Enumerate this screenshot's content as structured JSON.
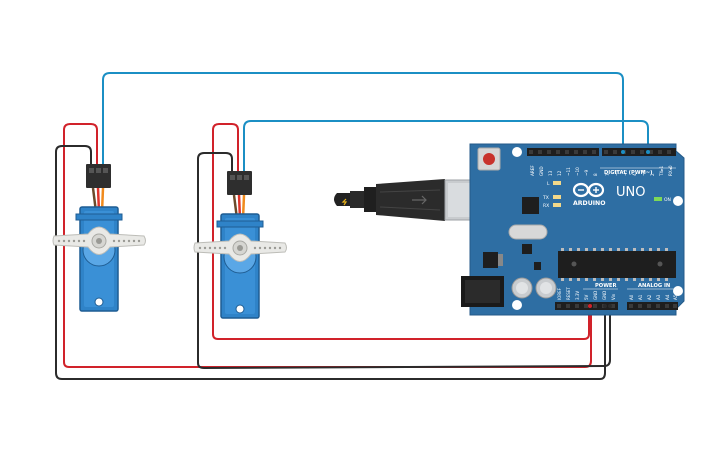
{
  "board": {
    "logo_text": "ARDUINO",
    "model": "UNO",
    "digital_label": "DIGITAL (PWM~)",
    "power_label": "POWER",
    "analog_label": "ANALOG IN",
    "on_label": "ON",
    "l_label": "L",
    "tx_label": "TX",
    "rx_label": "RX",
    "top_pins": [
      "AREF",
      "GND",
      "13",
      "12",
      "~11",
      "~10",
      "~9",
      "8",
      "7",
      "~6",
      "~5",
      "4",
      "~3",
      "2",
      "TX▸1",
      "RX◂0"
    ],
    "power_pins": [
      "IOREF",
      "RESET",
      "3.3V",
      "5V",
      "GND",
      "GND",
      "Vin"
    ],
    "analog_pins": [
      "A0",
      "A1",
      "A2",
      "A3",
      "A4",
      "A5"
    ]
  },
  "colors": {
    "wire_signal": "#1b8fc4",
    "wire_power": "#d1222a",
    "wire_ground": "#2b2b2b",
    "board_blue": "#2e6ea3",
    "servo_blue": "#2f83c8"
  },
  "icons": {
    "usb": "usb-cable-icon",
    "servo": "servo-motor-icon"
  }
}
